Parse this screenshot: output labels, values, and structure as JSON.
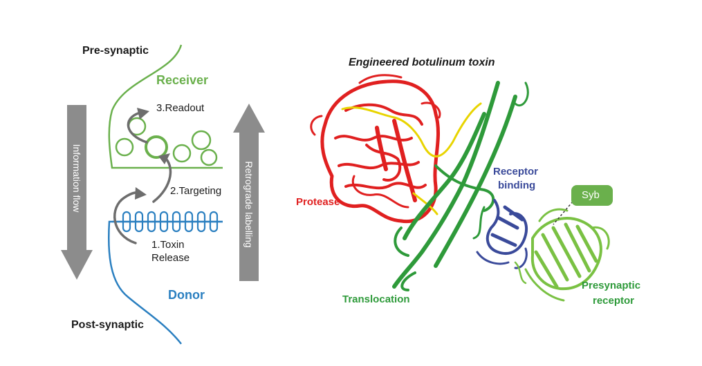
{
  "left_panel": {
    "pre_synaptic": "Pre-synaptic",
    "receiver": "Receiver",
    "step3": "3.Readout",
    "information_flow": "Information flow",
    "retrograde_labelling": "Retrograde labelling",
    "step2": "2.Targeting",
    "step1_line1": "1.Toxin",
    "step1_line2": "Release",
    "donor": "Donor",
    "post_synaptic": "Post-synaptic"
  },
  "right_panel": {
    "title": "Engineered botulinum toxin",
    "protease": "Protease",
    "receptor_binding_line1": "Receptor",
    "receptor_binding_line2": "binding",
    "syb": "Syb",
    "translocation": "Translocation",
    "presynaptic_receptor_line1": "Presynaptic",
    "presynaptic_receptor_line2": "receptor"
  },
  "colors": {
    "receiver_green": "#6ab04c",
    "donor_blue": "#2a7fc0",
    "arrow_gray": "#8c8c8c",
    "protease_red": "#e02020",
    "translocation_green": "#2e9a3a",
    "receptor_binding_blue": "#3a4a9a",
    "presynaptic_green": "#7ac143",
    "yellow_linker": "#e8d400"
  }
}
